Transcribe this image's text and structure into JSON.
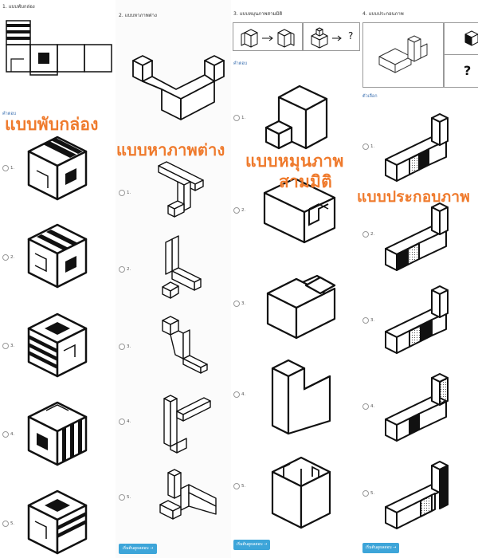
{
  "panels": [
    {
      "title": "1. แบบพับกล่อง",
      "question_label": "คำตอบ",
      "options": [
        "1.",
        "2.",
        "3.",
        "4.",
        "5."
      ]
    },
    {
      "title": "2. แบบหาภาพต่าง",
      "options": [
        "1.",
        "2.",
        "3.",
        "4.",
        "5."
      ],
      "button": "เริ่มต้นดูผลสอบ →"
    },
    {
      "title": "3. แบบหมุนภาพสามมิติ",
      "question_label": "คำตอบ",
      "options": [
        "1.",
        "2.",
        "3.",
        "4.",
        "5."
      ],
      "button": "เริ่มต้นดูผลสอบ →",
      "question_mark": "?"
    },
    {
      "title": "4. แบบประกอบภาพ",
      "question_label": "ตัวเลือก",
      "options": [
        "1.",
        "2.",
        "3.",
        "4.",
        "5."
      ],
      "button": "เริ่มต้นดูผลสอบ →",
      "question_mark": "?"
    }
  ],
  "overlays": {
    "box_folding": "แบบพับกล่อง",
    "find_different": "แบบหาภาพต่าง",
    "rotate_3d_line1": "แบบหมุนภาพ",
    "rotate_3d_line2": "สามมิติ",
    "assemble": "แบบประกอบภาพ"
  },
  "colors": {
    "overlay_text": "#ef7a2c",
    "button": "#3da5d9",
    "line": "#111111"
  }
}
